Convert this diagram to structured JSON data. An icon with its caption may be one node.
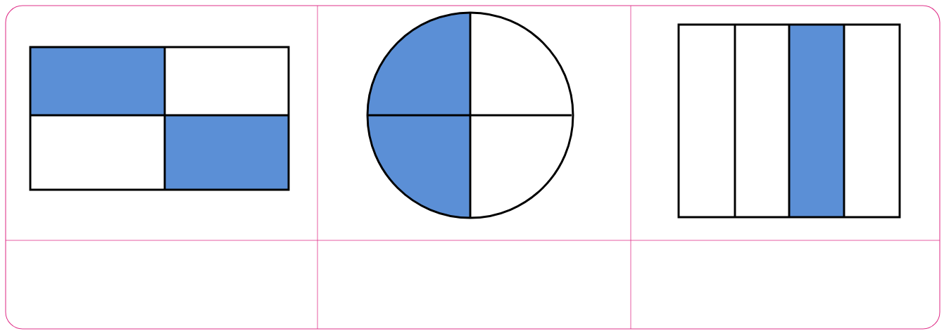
{
  "diagram": {
    "nodes": [
      {
        "text": [],
        "shape": "box"
      },
      {
        "text": [],
        "shape": "circle"
      },
      {
        "text": [],
        "shape": "box"
      }
    ]
  }
}
